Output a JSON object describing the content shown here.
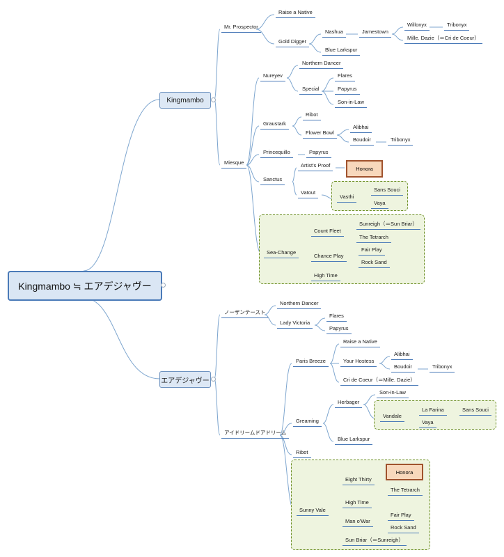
{
  "root": "Kingmambo ≒ エアデジャヴー",
  "sire_branch": {
    "label": "Kingmambo",
    "mr_prospector": "Mr. Prospector",
    "raise_a_native": "Raise a Native",
    "gold_digger": "Gold Digger",
    "nashua": "Nashua",
    "jamestown": "Jamestown",
    "willonyx": "Willonyx",
    "tribonyx": "Tribonyx",
    "mlle_dazie": "Mille. Dazie（＝Cri de Coeur）",
    "blue_larkspur": "Blue Larkspur",
    "miesque": "Miesque",
    "nureyev": "Nureyev",
    "northern_dancer": "Northern Dancer",
    "special": "Special",
    "flares": "Flares",
    "papyrus": "Papyrus",
    "son_in_law": "Son-in-Law",
    "graustark": "Graustark",
    "ribot": "Ribot",
    "flower_bowl": "Flower Bowl",
    "alibhai": "Alibhai",
    "boudoir": "Boudoir",
    "tribonyx_2": "Tribonyx",
    "princequillo": "Princequillo",
    "papyrus_2": "Papyrus",
    "sanctus": "Sanctus",
    "artists_proof": "Artist's Proof",
    "honora": "Honora",
    "vatout": "Vatout",
    "vasthi": "Vasthi",
    "sans_souci": "Sans Souci",
    "vaya": "Vaya",
    "sea_change": "Sea-Change",
    "count_fleet": "Count Fleet",
    "sunreigh": "Sunreigh（＝Sun Briar）",
    "the_tetrarch": "The Tetrarch",
    "chance_play": "Chance Play",
    "fair_play": "Fair Play",
    "rock_sand": "Rock Sand",
    "high_time": "High Time"
  },
  "dam_branch": {
    "label": "エアデジャヴー",
    "northern_taste": "ノーザンテースト",
    "northern_dancer": "Northern Dancer",
    "lady_victoria": "Lady Victoria",
    "flares": "Flares",
    "papyrus": "Papyrus",
    "air_dream": "アイドリームドアドリーム",
    "paris_breeze": "Paris Breeze",
    "raise_a_native": "Raise a Native",
    "your_hostess": "Your Hostess",
    "alibhai": "Alibhai",
    "boudoir": "Boudoir",
    "tribonyx": "Tribonyx",
    "cri_de_coeur": "Cri de Coeur（＝Mille. Dazie）",
    "greaming": "Greaming",
    "herbager": "Herbager",
    "son_in_law": "Son-in-Law",
    "vandale": "Vandale",
    "la_farina": "La Farina",
    "sans_souci": "Sans Souci",
    "vaya": "Vaya",
    "blue_larkspur": "Blue Larkspur",
    "ribot": "Ribot",
    "sunny_vale": "Sunny Vale",
    "eight_thirty": "Eight Thirty",
    "honora": "Honora",
    "the_tetrarch": "The Tetrarch",
    "high_time": "High Time",
    "man_o_war": "Man o'War",
    "fair_play": "Fair Play",
    "rock_sand": "Rock Sand",
    "sun_briar": "Sun Briar（＝Sunreigh）"
  },
  "colors": {
    "connector": "#7ea6cf",
    "underline": "#4a7ab8",
    "highlight_border": "#a0522d",
    "highlight_fill": "#f8d8bc",
    "group_border": "#6b8e23",
    "group_fill": "#eef4df"
  }
}
